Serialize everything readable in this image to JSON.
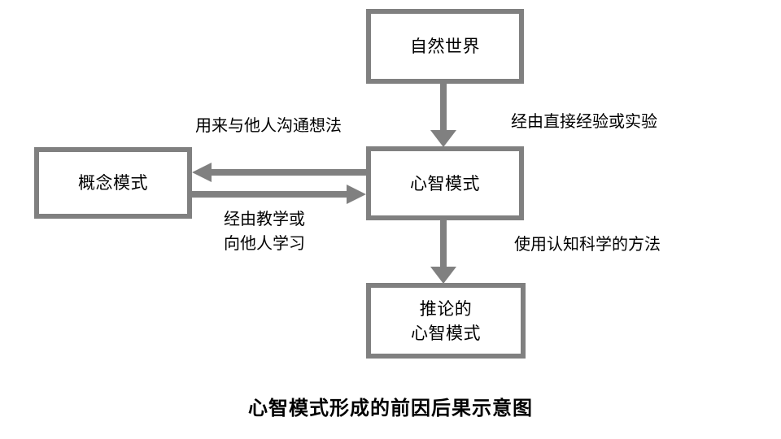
{
  "diagram": {
    "title": "心智模式形成的前因后果示意图",
    "background_color": "#ffffff",
    "stroke_color": "#808080",
    "text_color": "#000000",
    "nodes": [
      {
        "id": "natural-world",
        "label": "自然世界"
      },
      {
        "id": "mental-model",
        "label": "心智模式"
      },
      {
        "id": "inferred-mental-model",
        "label": "推论的\n心智模式"
      },
      {
        "id": "conceptual-model",
        "label": "概念模式"
      }
    ],
    "edges": [
      {
        "id": "direct-experience",
        "from": "natural-world",
        "to": "mental-model",
        "direction": "down",
        "label": "经由直接经验或实验"
      },
      {
        "id": "communicate-ideas",
        "from": "mental-model",
        "to": "conceptual-model",
        "direction": "left",
        "label": "用来与他人沟通想法"
      },
      {
        "id": "teaching-learning",
        "from": "conceptual-model",
        "to": "mental-model",
        "direction": "right",
        "label": "经由教学或\n向他人学习"
      },
      {
        "id": "cognitive-science",
        "from": "mental-model",
        "to": "inferred-mental-model",
        "direction": "down",
        "label": "使用认知科学的方法"
      }
    ]
  }
}
